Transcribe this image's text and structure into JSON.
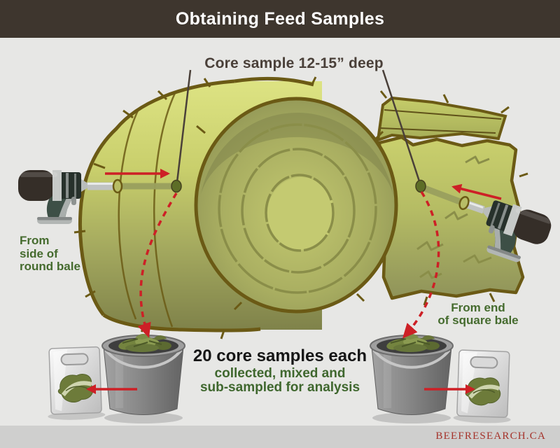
{
  "header": {
    "title": "Obtaining Feed Samples"
  },
  "diagram": {
    "core_sample_label": "Core sample 12-15” deep",
    "round_bale_label": "From\nside of\nround bale",
    "square_bale_label": "From end\nof square bale",
    "summary_title": "20 core samples each",
    "summary_subtitle": "collected, mixed and\nsub-sampled for analysis",
    "parts": [
      "round-bale",
      "square-bale",
      "drill-left",
      "drill-right",
      "core-sampler-tube-left",
      "core-sampler-tube-right",
      "core-sample-dot-left",
      "core-sample-dot-right",
      "collection-bucket-left",
      "collection-bucket-right",
      "sample-bag-left",
      "sample-bag-right",
      "direction-arrow-left",
      "direction-arrow-right",
      "transfer-path-left",
      "transfer-path-right",
      "bag-arrow-left",
      "bag-arrow-right"
    ]
  },
  "footer": {
    "brand": "BEEFRESEARCH.CA"
  },
  "colors": {
    "header_bg": "#3e362e",
    "canvas_bg": "#e7e7e5",
    "footer_bg": "#cfcfce",
    "footer_text": "#a5322a",
    "accent_red": "#cd2026",
    "label_green": "#456b2e",
    "label_dark": "#4a4039",
    "bale_outline": "#6b5a15",
    "bale_light": "#d7dd74",
    "bale_face": "#a8ac62"
  }
}
